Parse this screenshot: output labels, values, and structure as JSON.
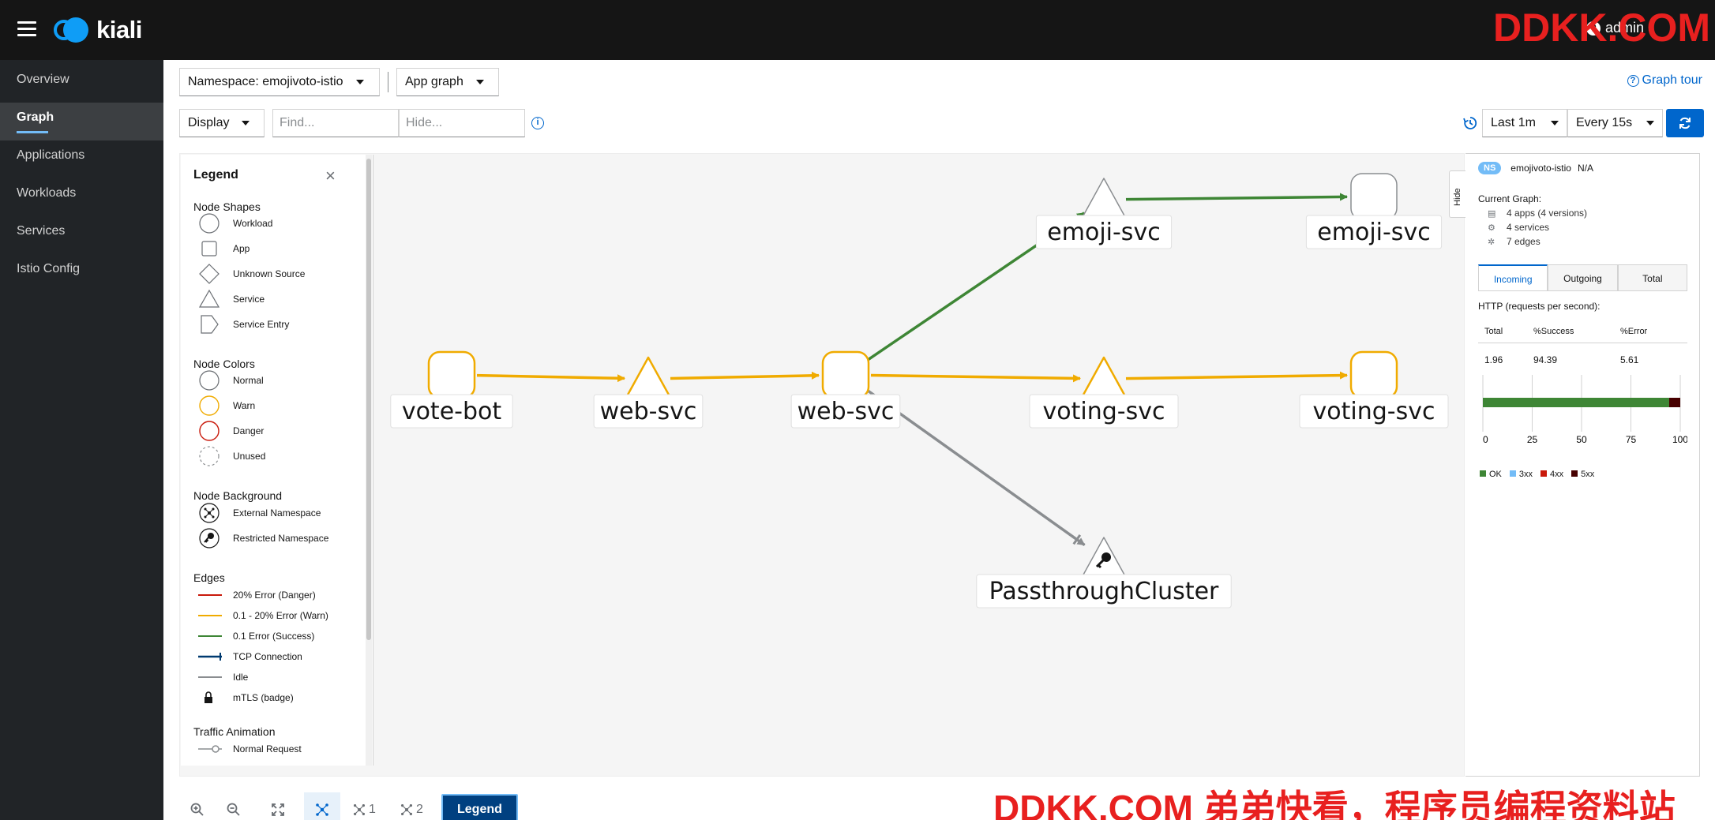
{
  "app": {
    "name": "kiali",
    "user": "admin"
  },
  "watermark": {
    "top": "DDKK.COM",
    "bottom": "DDKK.COM 弟弟快看，程序员编程资料站"
  },
  "nav": [
    {
      "label": "Overview",
      "active": false
    },
    {
      "label": "Graph",
      "active": true
    },
    {
      "label": "Applications",
      "active": false
    },
    {
      "label": "Workloads",
      "active": false
    },
    {
      "label": "Services",
      "active": false
    },
    {
      "label": "Istio Config",
      "active": false
    }
  ],
  "toolbar": {
    "namespace_select": "Namespace: emojivoto-istio",
    "graph_type_select": "App graph",
    "graph_tour": "Graph tour",
    "display_select": "Display",
    "find_placeholder": "Find...",
    "hide_placeholder": "Hide...",
    "duration_select": "Last 1m",
    "refresh_select": "Every 15s"
  },
  "legend": {
    "title": "Legend",
    "sections": {
      "node_shapes": "Node Shapes",
      "node_colors": "Node Colors",
      "node_background": "Node Background",
      "edges": "Edges",
      "traffic_animation": "Traffic Animation"
    },
    "shapes": [
      "Workload",
      "App",
      "Unknown Source",
      "Service",
      "Service Entry"
    ],
    "colors": [
      "Normal",
      "Warn",
      "Danger",
      "Unused"
    ],
    "backgrounds": [
      "External Namespace",
      "Restricted Namespace"
    ],
    "edges": [
      "20% Error (Danger)",
      "0.1 - 20% Error (Warn)",
      "0.1 Error (Success)",
      "TCP Connection",
      "Idle",
      "mTLS (badge)"
    ],
    "animation": [
      "Normal Request"
    ]
  },
  "graph": {
    "colors": {
      "warn": "#f0ab00",
      "success": "#3e8635",
      "idle": "#8a8d90",
      "normal": "#8a8d90"
    },
    "nodes": [
      {
        "id": "vote-bot-app",
        "label": "vote-bot",
        "shape": "app",
        "color": "warn"
      },
      {
        "id": "web-svc-service",
        "label": "web-svc",
        "shape": "service",
        "color": "warn"
      },
      {
        "id": "web-svc-app",
        "label": "web-svc",
        "shape": "app",
        "color": "warn"
      },
      {
        "id": "emoji-svc-service",
        "label": "emoji-svc",
        "shape": "service",
        "color": "normal"
      },
      {
        "id": "emoji-svc-app",
        "label": "emoji-svc",
        "shape": "app",
        "color": "normal"
      },
      {
        "id": "voting-svc-service",
        "label": "voting-svc",
        "shape": "service",
        "color": "warn"
      },
      {
        "id": "voting-svc-app",
        "label": "voting-svc",
        "shape": "app",
        "color": "warn"
      },
      {
        "id": "passthrough",
        "label": "PassthroughCluster",
        "shape": "service",
        "color": "normal",
        "restricted": true
      }
    ],
    "edges": [
      {
        "from": "vote-bot-app",
        "to": "web-svc-service",
        "status": "warn"
      },
      {
        "from": "web-svc-service",
        "to": "web-svc-app",
        "status": "warn"
      },
      {
        "from": "web-svc-app",
        "to": "emoji-svc-service",
        "status": "success"
      },
      {
        "from": "emoji-svc-service",
        "to": "emoji-svc-app",
        "status": "success"
      },
      {
        "from": "web-svc-app",
        "to": "voting-svc-service",
        "status": "warn"
      },
      {
        "from": "voting-svc-service",
        "to": "voting-svc-app",
        "status": "warn"
      },
      {
        "from": "web-svc-app",
        "to": "passthrough",
        "status": "idle"
      }
    ]
  },
  "bottom_toolbar": {
    "legend_button": "Legend",
    "layout1": "1",
    "layout2": "2"
  },
  "summary": {
    "hide_tab": "Hide",
    "ns_badge": "NS",
    "namespace": "emojivoto-istio",
    "ns_status": "N/A",
    "current_graph_title": "Current Graph:",
    "apps": "4 apps (4 versions)",
    "services": "4 services",
    "edges": "7 edges",
    "tabs": [
      "Incoming",
      "Outgoing",
      "Total"
    ],
    "http_title": "HTTP (requests per second):",
    "table_headers": [
      "Total",
      "%Success",
      "%Error"
    ],
    "table_values": [
      "1.96",
      "94.39",
      "5.61"
    ],
    "chart_ticks": [
      "0",
      "25",
      "50",
      "75",
      "100"
    ],
    "chart_ok_percent": 94.39,
    "chart_legend": [
      {
        "label": "OK",
        "color": "#3e8635"
      },
      {
        "label": "3xx",
        "color": "#73bcf7"
      },
      {
        "label": "4xx",
        "color": "#c9190b"
      },
      {
        "label": "5xx",
        "color": "#470000"
      }
    ]
  }
}
